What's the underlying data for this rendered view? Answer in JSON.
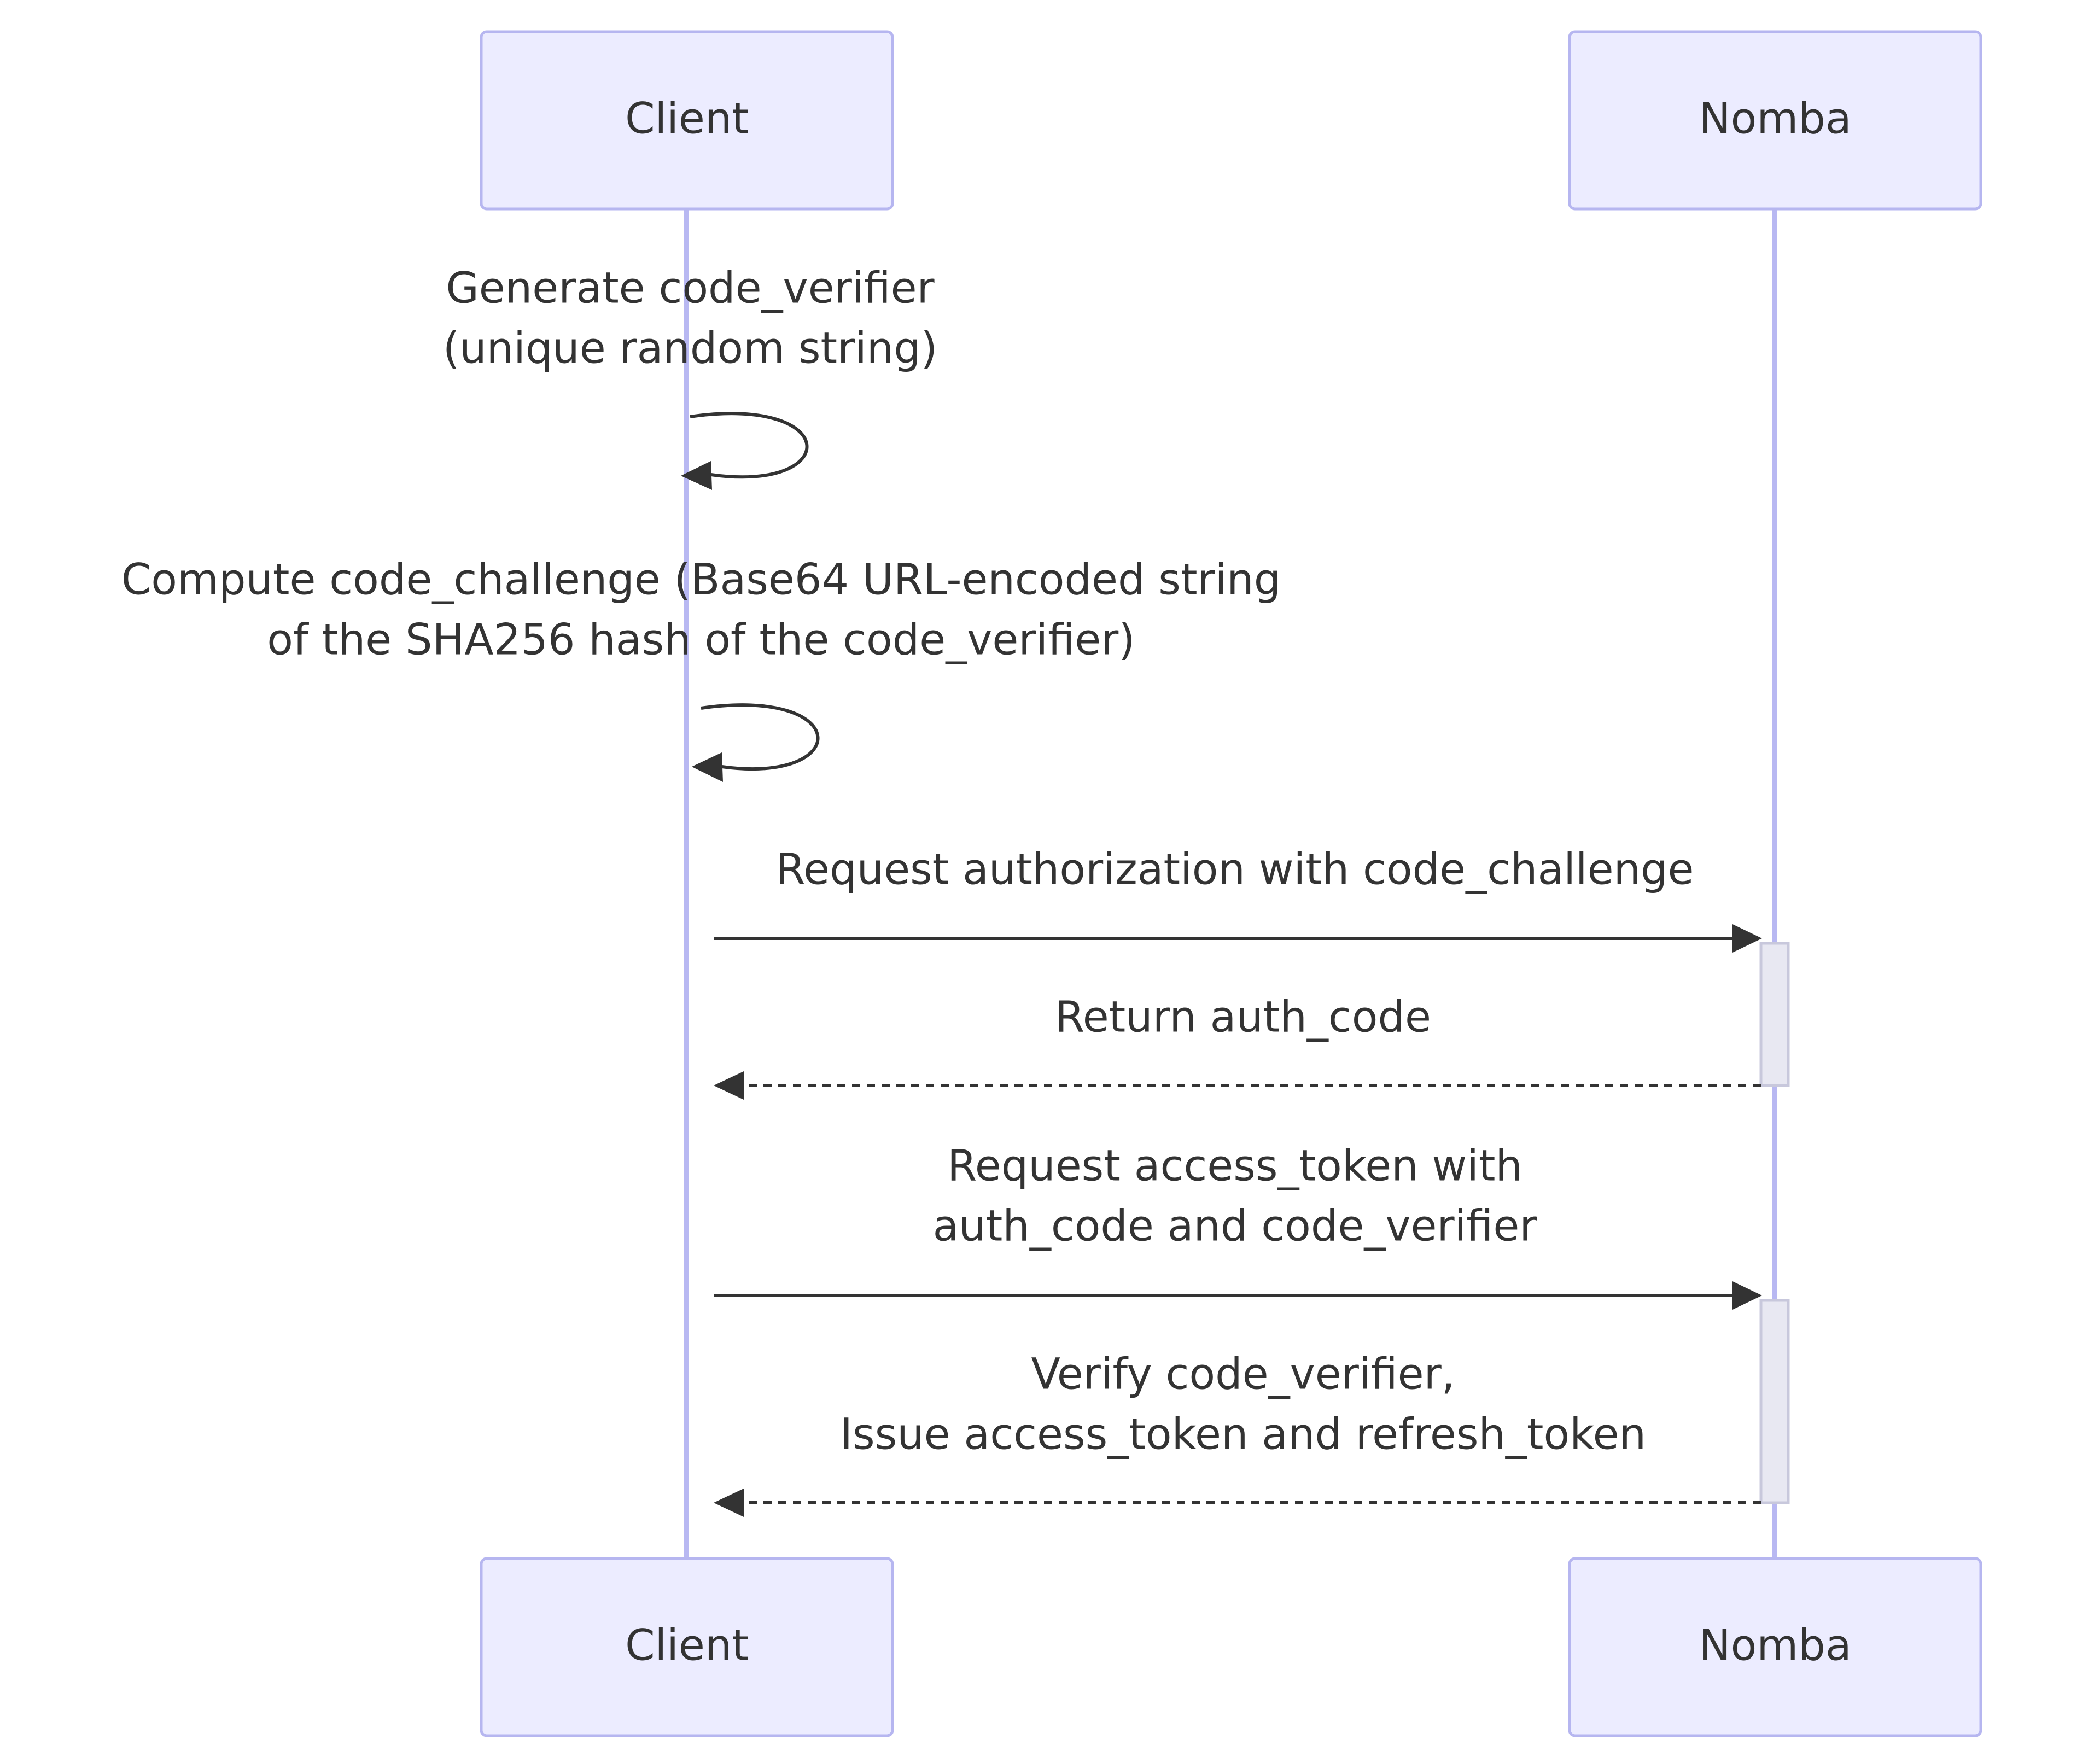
{
  "participants": {
    "client": "Client",
    "nomba": "Nomba"
  },
  "messages": [
    {
      "from": "Client",
      "to": "Client",
      "style": "solid",
      "lines": [
        "Generate code_verifier",
        "(unique random string)"
      ]
    },
    {
      "from": "Client",
      "to": "Client",
      "style": "solid",
      "lines": [
        "Compute code_challenge (Base64 URL-encoded string",
        "of the SHA256 hash of the code_verifier)"
      ]
    },
    {
      "from": "Client",
      "to": "Nomba",
      "style": "solid",
      "lines": [
        "Request authorization with code_challenge"
      ]
    },
    {
      "from": "Nomba",
      "to": "Client",
      "style": "dashed",
      "lines": [
        "Return auth_code"
      ]
    },
    {
      "from": "Client",
      "to": "Nomba",
      "style": "solid",
      "lines": [
        "Request access_token with",
        "auth_code and code_verifier"
      ]
    },
    {
      "from": "Nomba",
      "to": "Client",
      "style": "dashed",
      "lines": [
        "Verify code_verifier,",
        "Issue access_token and refresh_token"
      ]
    }
  ],
  "colors": {
    "actor_fill": "#ececff",
    "actor_stroke": "#b6b6f0",
    "lifeline": "#b8b8f2",
    "activation_fill": "#e8e8f2",
    "text": "#333333"
  }
}
